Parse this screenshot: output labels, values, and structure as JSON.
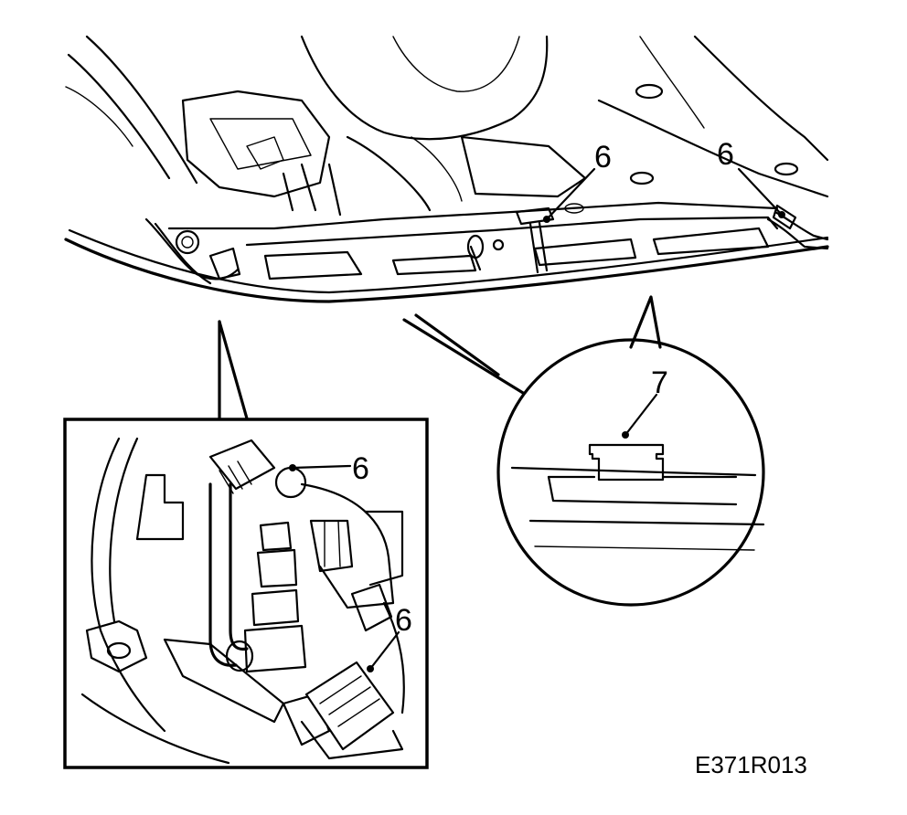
{
  "figure_code": "E371R013",
  "callouts": {
    "main_left_6": "6",
    "main_right_6": "6",
    "detail_circle_7": "7",
    "inset_upper_6": "6",
    "inset_lower_6": "6"
  },
  "icons": {
    "main_view": "vehicle-front-underside-drawing",
    "detail_circle": "clip-detail-magnifier",
    "inset_box": "sensor-connector-detail-inset"
  },
  "colors": {
    "line": "#000000",
    "background": "#ffffff"
  }
}
